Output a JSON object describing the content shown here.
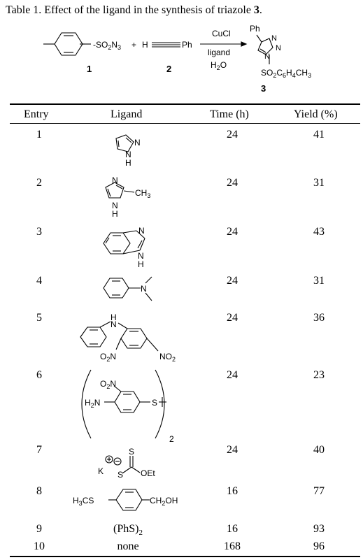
{
  "caption": {
    "prefix": "Table 1. Effect of the ligand in the synthesis of triazole ",
    "compound": "3",
    "suffix": "."
  },
  "scheme": {
    "reagent1_label": "1",
    "reagent2_label": "2",
    "product_label": "3",
    "conditions": [
      "CuCl",
      "ligand",
      "H2O"
    ],
    "sulfonyl_group": "SO2N3",
    "alkyne": "H",
    "phenyl": "Ph",
    "product_substituent": "SO2C6H4CH3"
  },
  "table": {
    "headers": [
      "Entry",
      "Ligand",
      "Time (h)",
      "Yield (%)"
    ],
    "rows": [
      {
        "entry": "1",
        "ligand": "pyrazole-icon",
        "time": "24",
        "yield": "41"
      },
      {
        "entry": "2",
        "ligand": "2-methylimidazole-icon",
        "time": "24",
        "yield": "31"
      },
      {
        "entry": "3",
        "ligand": "benzimidazole-icon",
        "time": "24",
        "yield": "43"
      },
      {
        "entry": "4",
        "ligand": "n-n-dimethylaniline-icon",
        "time": "24",
        "yield": "31"
      },
      {
        "entry": "5",
        "ligand": "2-4-dinitrodiphenylamine-icon",
        "time": "24",
        "yield": "36"
      },
      {
        "entry": "6",
        "ligand": "bis-aminonitrophenyl-disulfide-icon",
        "time": "24",
        "yield": "23"
      },
      {
        "entry": "7",
        "ligand": "potassium-ethyl-xanthate-icon",
        "time": "24",
        "yield": "40"
      },
      {
        "entry": "8",
        "ligand": "methylthio-benzyl-alcohol-icon",
        "time": "16",
        "yield": "77"
      },
      {
        "entry": "9",
        "ligand": "(PhS)2",
        "time": "16",
        "yield": "93"
      },
      {
        "entry": "10",
        "ligand": "none",
        "time": "168",
        "yield": "96"
      }
    ]
  },
  "structure_labels": {
    "nh": "H",
    "n": "N",
    "methyl": "CH3",
    "o2n": "O2N",
    "no2": "NO2",
    "h2n": "H2N",
    "s": "S",
    "k": "K",
    "oet": "OEt",
    "h3cs": "H3CS",
    "ch2oh": "CH2OH",
    "two": "2"
  }
}
